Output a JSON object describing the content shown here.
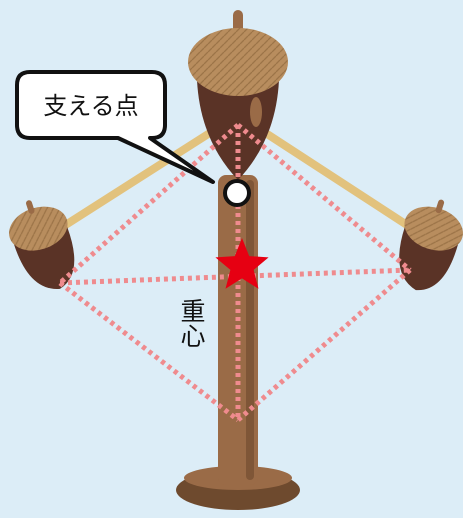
{
  "labels": {
    "support_point": "支える点",
    "center_of_gravity_line1": "重",
    "center_of_gravity_line2": "心"
  },
  "colors": {
    "background": "#dcedf7",
    "wood": "#9a6b47",
    "wood_dark": "#6e4a2e",
    "acorn_cap": "#b88d5e",
    "acorn_body": "#5a3326",
    "stick": "#e2c27d",
    "dotted": "#ef8b8e",
    "star": "#e60012",
    "callout_border": "#111111"
  },
  "icons": {
    "support_marker": "circle-icon",
    "center_marker": "star-icon"
  }
}
